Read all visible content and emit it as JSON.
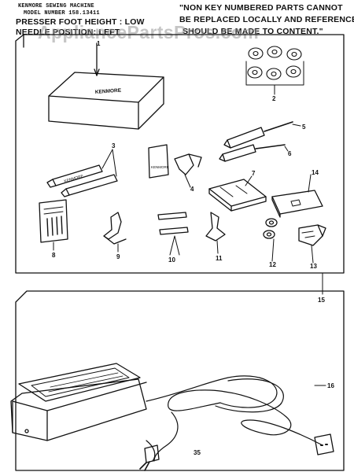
{
  "header": {
    "line1": "KENMORE SEWING MACHINE",
    "line2": "MODEL NUMBER 158.13411",
    "line3": "PRESSER FOOT HEIGHT : LOW",
    "line4": "NEEDLE POSITION: LEFT",
    "note_line1": "\"NON KEY NUMBERED PARTS CANNOT",
    "note_line2": "BE REPLACED LOCALLY AND REFERENCE",
    "note_line3": "SHOULD BE MADE TO CONTENT.\""
  },
  "watermark": "AppliancePartsPros.com",
  "accessory_box_brand": "KENMORE",
  "small_labels": {
    "needle_pack": "KENMORE",
    "hemmer_package": "KENMORE"
  },
  "callouts": {
    "c1": "1",
    "c2": "2",
    "c3": "3",
    "c4": "4",
    "c5": "5",
    "c6": "6",
    "c7": "7",
    "c8": "8",
    "c9": "9",
    "c10": "10",
    "c11": "11",
    "c12": "12",
    "c13": "13",
    "c14": "14",
    "c15": "15",
    "c16": "16",
    "c35": "35"
  },
  "colors": {
    "ink": "#111111",
    "watermark": "#969696"
  }
}
